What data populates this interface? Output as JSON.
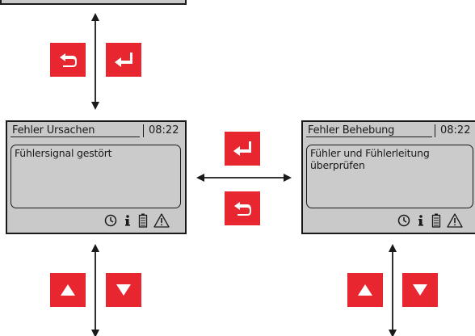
{
  "screens": {
    "left": {
      "title": "Fehler Ursachen",
      "time": "08:22",
      "message": "Fühlersignal gestört"
    },
    "right": {
      "title": "Fehler Behebung",
      "time": "08:22",
      "message": "Fühler und Fühlerleitung\nüberprüfen"
    }
  },
  "status_icons": [
    "clock-icon",
    "info-icon",
    "battery-icon",
    "warning-icon"
  ],
  "keys": {
    "top": [
      "back-key",
      "enter-key"
    ],
    "middle": [
      "enter-key",
      "back-key"
    ],
    "bottom_left": [
      "up-key",
      "down-key"
    ],
    "bottom_right": [
      "up-key",
      "down-key"
    ]
  },
  "colors": {
    "key_red": "#e8262f",
    "screen_gray": "#c9c9c9",
    "outline": "#1a1a1a"
  }
}
